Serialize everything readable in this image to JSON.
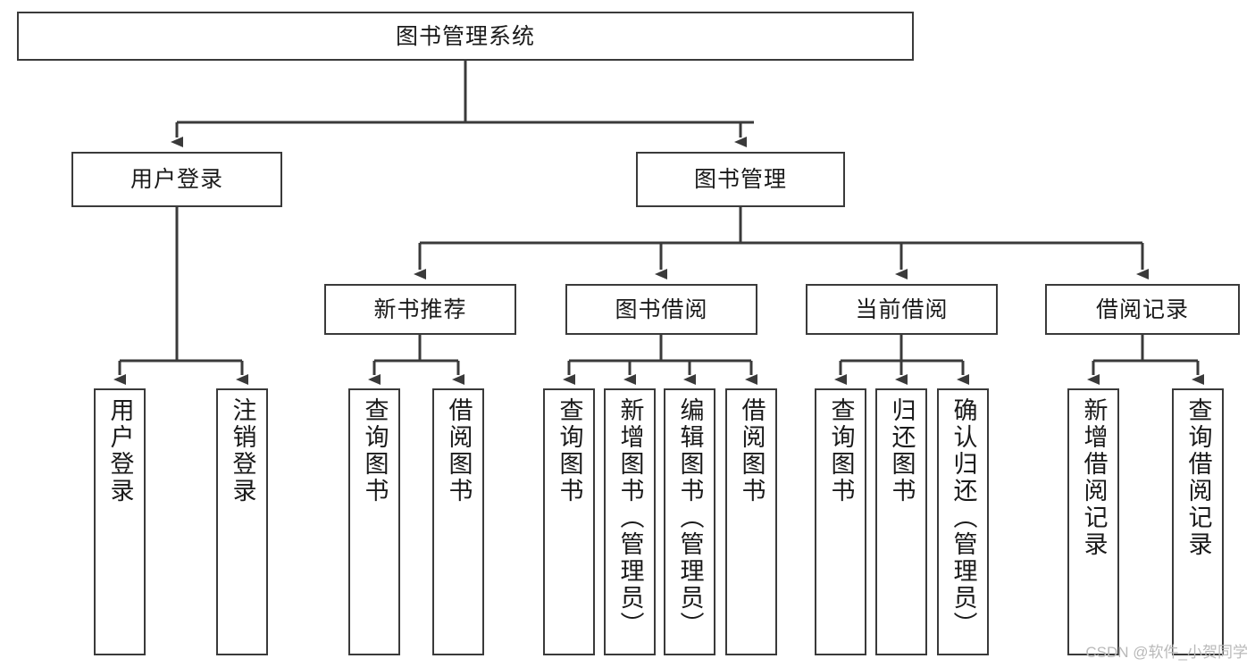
{
  "diagram": {
    "title": "图书管理系统",
    "type": "hierarchy-tree",
    "stroke_color": "#3a3a3a",
    "fill_color": "#ffffff",
    "text_color": "#1a1a1a"
  },
  "nodes": {
    "root": {
      "label": "图书管理系统"
    },
    "level2": [
      {
        "label": "用户登录"
      },
      {
        "label": "图书管理"
      }
    ],
    "level3": [
      {
        "label": "新书推荐"
      },
      {
        "label": "图书借阅"
      },
      {
        "label": "当前借阅"
      },
      {
        "label": "借阅记录"
      }
    ],
    "leaves": {
      "user_login": [
        {
          "label": "用户登录"
        },
        {
          "label": "注销登录"
        }
      ],
      "new_book_recommend": [
        {
          "label": "查询图书"
        },
        {
          "label": "借阅图书"
        }
      ],
      "book_borrow": [
        {
          "label": "查询图书"
        },
        {
          "label": "新增图书（管理员）"
        },
        {
          "label": "编辑图书（管理员）"
        },
        {
          "label": "借阅图书"
        }
      ],
      "current_borrow": [
        {
          "label": "查询图书"
        },
        {
          "label": "归还图书"
        },
        {
          "label": "确认归还（管理员）"
        }
      ],
      "borrow_record": [
        {
          "label": "新增借阅记录"
        },
        {
          "label": "查询借阅记录"
        }
      ]
    }
  },
  "watermark": {
    "text": "CSDN @软件_小贺同学"
  }
}
